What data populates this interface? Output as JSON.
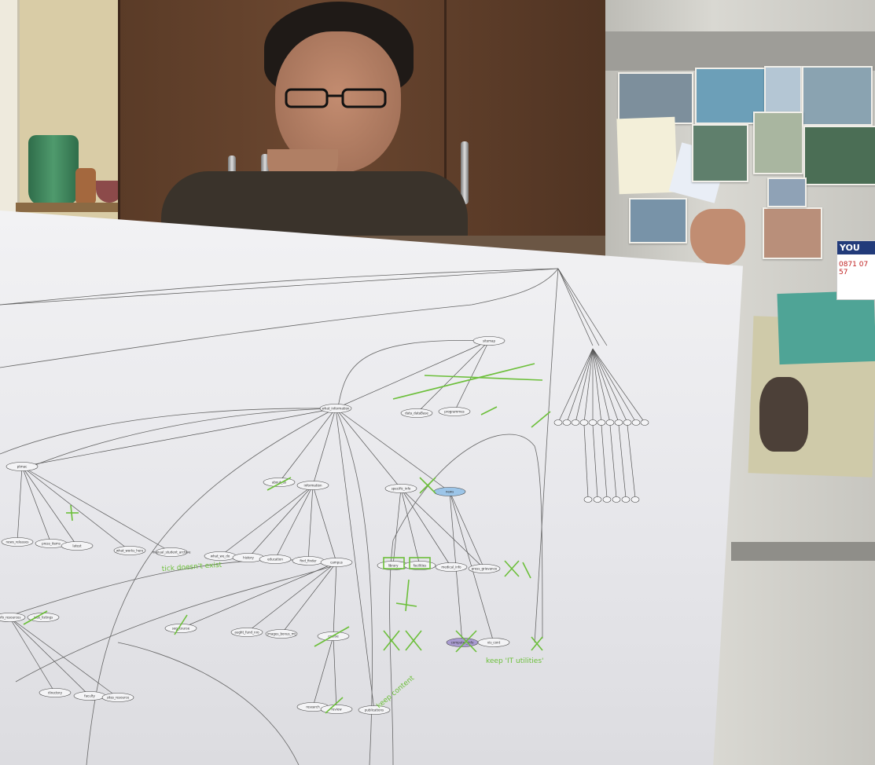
{
  "scene": {
    "description": "",
    "colors": {
      "paper": "#eeeef1",
      "graph_line": "#555555",
      "annotation_green": "#6cbf3a",
      "highlight_blue": "#9cc5e8",
      "highlight_purple": "#a99bd1"
    }
  },
  "fridge_badge": {
    "line1": "YOU",
    "line2": "0871 07 57"
  },
  "annotations": {
    "note_left": "tick doesn't exist",
    "note_right": "keep 'IT utilities'",
    "note_bottom": "keep content"
  },
  "graph": {
    "node_labels": [
      "sitemap",
      "what_information",
      "ptmac",
      "about_us",
      "information",
      "specific_info",
      "news_releases",
      "press_items",
      "latest",
      "what_works_here",
      "manual_student_archive",
      "what_we_do",
      "history",
      "education",
      "find_finder",
      "campus",
      "library",
      "facilities",
      "medical_info",
      "press_grievance",
      "info_resources",
      "jobs_listings",
      "seg_course",
      "aught_fund_nro",
      "images_bonus_mt",
      "course",
      "research",
      "review",
      "publications",
      "faculty",
      "sites_resource",
      "directory",
      "programmes",
      "computer_info",
      "vis_cont",
      "data_dataBase",
      "news"
    ]
  }
}
